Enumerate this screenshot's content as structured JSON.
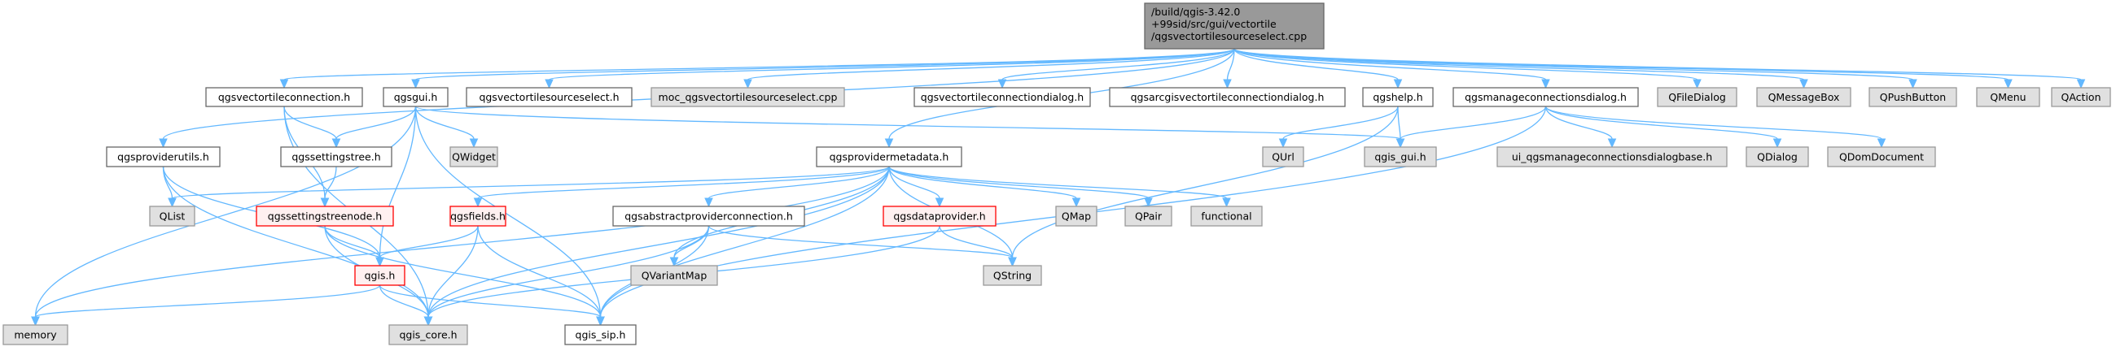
{
  "diagram": {
    "type": "include-dependency-graph",
    "colors": {
      "edge": "#63b8ff",
      "root_fill": "#999999",
      "root_border": "#666666",
      "documented_fill": "#ffffff",
      "documented_border": "#666666",
      "external_fill": "#e0e0e0",
      "external_border": "#999999",
      "incomplete_fill": "#fff0f0",
      "incomplete_border": "#ff0000"
    },
    "nodes": [
      {
        "id": "root",
        "label": [
          "/build/qgis-3.42.0",
          "+99sid/src/gui/vectortile",
          "/qgsvectortilesourceselect.cpp"
        ],
        "kind": "root"
      },
      {
        "id": "qgsvectortileconnection_h",
        "label": [
          "qgsvectortileconnection.h"
        ],
        "kind": "documented"
      },
      {
        "id": "qgsgui_h",
        "label": [
          "qgsgui.h"
        ],
        "kind": "documented"
      },
      {
        "id": "qgsvectortilesourceselect_h",
        "label": [
          "qgsvectortilesourceselect.h"
        ],
        "kind": "documented"
      },
      {
        "id": "moc_cpp",
        "label": [
          "moc_qgsvectortilesourceselect.cpp"
        ],
        "kind": "external"
      },
      {
        "id": "qgsvectortileconnectiondialog_h",
        "label": [
          "qgsvectortileconnectiondialog.h"
        ],
        "kind": "documented"
      },
      {
        "id": "qgsarcgisvectortileconnectiondialog_h",
        "label": [
          "qgsarcgisvectortileconnectiondialog.h"
        ],
        "kind": "documented"
      },
      {
        "id": "qgshelp_h",
        "label": [
          "qgshelp.h"
        ],
        "kind": "documented"
      },
      {
        "id": "qgsmanageconnectionsdialog_h",
        "label": [
          "qgsmanageconnectionsdialog.h"
        ],
        "kind": "documented"
      },
      {
        "id": "QFileDialog",
        "label": [
          "QFileDialog"
        ],
        "kind": "external"
      },
      {
        "id": "QMessageBox",
        "label": [
          "QMessageBox"
        ],
        "kind": "external"
      },
      {
        "id": "QPushButton",
        "label": [
          "QPushButton"
        ],
        "kind": "external"
      },
      {
        "id": "QMenu",
        "label": [
          "QMenu"
        ],
        "kind": "external"
      },
      {
        "id": "QAction",
        "label": [
          "QAction"
        ],
        "kind": "external"
      },
      {
        "id": "qgsproviderutils_h",
        "label": [
          "qgsproviderutils.h"
        ],
        "kind": "documented"
      },
      {
        "id": "qgssettingstree_h",
        "label": [
          "qgssettingstree.h"
        ],
        "kind": "documented"
      },
      {
        "id": "QWidget",
        "label": [
          "QWidget"
        ],
        "kind": "external"
      },
      {
        "id": "qgsprovidermetadata_h",
        "label": [
          "qgsprovidermetadata.h"
        ],
        "kind": "documented"
      },
      {
        "id": "QUrl",
        "label": [
          "QUrl"
        ],
        "kind": "external"
      },
      {
        "id": "qgis_gui_h",
        "label": [
          "qgis_gui.h"
        ],
        "kind": "external"
      },
      {
        "id": "ui_dialogbase_h",
        "label": [
          "ui_qgsmanageconnectionsdialogbase.h"
        ],
        "kind": "external"
      },
      {
        "id": "QDialog",
        "label": [
          "QDialog"
        ],
        "kind": "external"
      },
      {
        "id": "QDomDocument",
        "label": [
          "QDomDocument"
        ],
        "kind": "external"
      },
      {
        "id": "QList",
        "label": [
          "QList"
        ],
        "kind": "external"
      },
      {
        "id": "qgssettingstreenode_h",
        "label": [
          "qgssettingstreenode.h"
        ],
        "kind": "incomplete"
      },
      {
        "id": "qgsfields_h",
        "label": [
          "qgsfields.h"
        ],
        "kind": "incomplete"
      },
      {
        "id": "qgsabstractproviderconnection_h",
        "label": [
          "qgsabstractproviderconnection.h"
        ],
        "kind": "documented"
      },
      {
        "id": "qgsdataprovider_h",
        "label": [
          "qgsdataprovider.h"
        ],
        "kind": "incomplete"
      },
      {
        "id": "QMap",
        "label": [
          "QMap"
        ],
        "kind": "external"
      },
      {
        "id": "QPair",
        "label": [
          "QPair"
        ],
        "kind": "external"
      },
      {
        "id": "functional",
        "label": [
          "functional"
        ],
        "kind": "external"
      },
      {
        "id": "qgis_h",
        "label": [
          "qgis.h"
        ],
        "kind": "incomplete"
      },
      {
        "id": "QVariantMap",
        "label": [
          "QVariantMap"
        ],
        "kind": "external"
      },
      {
        "id": "QString",
        "label": [
          "QString"
        ],
        "kind": "external"
      },
      {
        "id": "memory",
        "label": [
          "memory"
        ],
        "kind": "external"
      },
      {
        "id": "qgis_core_h",
        "label": [
          "qgis_core.h"
        ],
        "kind": "external"
      },
      {
        "id": "qgis_sip_h",
        "label": [
          "qgis_sip.h"
        ],
        "kind": "documented"
      }
    ],
    "edges": [
      [
        "root",
        "qgsvectortileconnection_h"
      ],
      [
        "root",
        "qgsgui_h"
      ],
      [
        "root",
        "qgsvectortilesourceselect_h"
      ],
      [
        "root",
        "moc_cpp"
      ],
      [
        "root",
        "qgsvectortileconnectiondialog_h"
      ],
      [
        "root",
        "qgsarcgisvectortileconnectiondialog_h"
      ],
      [
        "root",
        "qgshelp_h"
      ],
      [
        "root",
        "qgsmanageconnectionsdialog_h"
      ],
      [
        "root",
        "QFileDialog"
      ],
      [
        "root",
        "QMessageBox"
      ],
      [
        "root",
        "QPushButton"
      ],
      [
        "root",
        "QMenu"
      ],
      [
        "root",
        "QAction"
      ],
      [
        "root",
        "qgsproviderutils_h"
      ],
      [
        "root",
        "qgsprovidermetadata_h"
      ],
      [
        "qgsvectortileconnection_h",
        "qgssettingstree_h"
      ],
      [
        "qgsvectortileconnection_h",
        "qgssettingstreenode_h"
      ],
      [
        "qgsvectortileconnection_h",
        "qgis_core_h"
      ],
      [
        "qgsgui_h",
        "qgssettingstree_h"
      ],
      [
        "qgsgui_h",
        "QWidget"
      ],
      [
        "qgsgui_h",
        "qgis_h"
      ],
      [
        "qgsgui_h",
        "qgis_gui_h"
      ],
      [
        "qgsgui_h",
        "qgis_sip_h"
      ],
      [
        "qgsgui_h",
        "memory"
      ],
      [
        "qgssettingstree_h",
        "qgssettingstreenode_h"
      ],
      [
        "qgsproviderutils_h",
        "QList"
      ],
      [
        "qgsproviderutils_h",
        "qgis_h"
      ],
      [
        "qgsproviderutils_h",
        "qgis_core_h"
      ],
      [
        "qgssettingstreenode_h",
        "qgis_h"
      ],
      [
        "qgssettingstreenode_h",
        "qgis_core_h"
      ],
      [
        "qgssettingstreenode_h",
        "qgis_sip_h"
      ],
      [
        "qgsfields_h",
        "qgis_h"
      ],
      [
        "qgsfields_h",
        "qgis_core_h"
      ],
      [
        "qgsfields_h",
        "qgis_sip_h"
      ],
      [
        "qgis_h",
        "memory"
      ],
      [
        "qgis_h",
        "qgis_core_h"
      ],
      [
        "qgis_h",
        "qgis_sip_h"
      ],
      [
        "qgsprovidermetadata_h",
        "QList"
      ],
      [
        "qgsprovidermetadata_h",
        "memory"
      ],
      [
        "qgsprovidermetadata_h",
        "qgsfields_h"
      ],
      [
        "qgsprovidermetadata_h",
        "qgsabstractproviderconnection_h"
      ],
      [
        "qgsprovidermetadata_h",
        "qgsdataprovider_h"
      ],
      [
        "qgsprovidermetadata_h",
        "QMap"
      ],
      [
        "qgsprovidermetadata_h",
        "QPair"
      ],
      [
        "qgsprovidermetadata_h",
        "functional"
      ],
      [
        "qgsprovidermetadata_h",
        "QVariantMap"
      ],
      [
        "qgsprovidermetadata_h",
        "QString"
      ],
      [
        "qgsprovidermetadata_h",
        "qgis_core_h"
      ],
      [
        "qgsprovidermetadata_h",
        "qgis_sip_h"
      ],
      [
        "qgsabstractproviderconnection_h",
        "QVariantMap"
      ],
      [
        "qgsabstractproviderconnection_h",
        "QString"
      ],
      [
        "qgsabstractproviderconnection_h",
        "qgis_core_h"
      ],
      [
        "qgsabstractproviderconnection_h",
        "qgis_sip_h"
      ],
      [
        "qgsdataprovider_h",
        "QString"
      ],
      [
        "qgsdataprovider_h",
        "qgis_core_h"
      ],
      [
        "qgshelp_h",
        "QUrl"
      ],
      [
        "qgshelp_h",
        "qgis_gui_h"
      ],
      [
        "qgshelp_h",
        "QString"
      ],
      [
        "qgsmanageconnectionsdialog_h",
        "qgis_gui_h"
      ],
      [
        "qgsmanageconnectionsdialog_h",
        "ui_dialogbase_h"
      ],
      [
        "qgsmanageconnectionsdialog_h",
        "QDialog"
      ],
      [
        "qgsmanageconnectionsdialog_h",
        "QDomDocument"
      ],
      [
        "qgsmanageconnectionsdialog_h",
        "qgis_sip_h"
      ]
    ]
  }
}
